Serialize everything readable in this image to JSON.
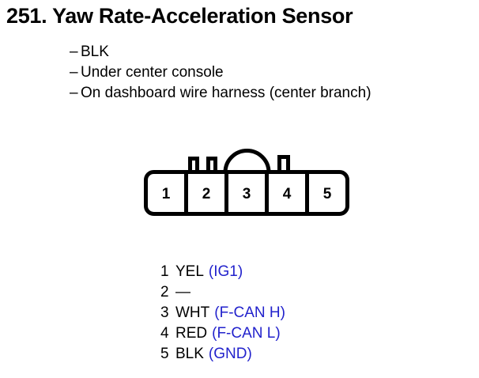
{
  "page": {
    "title": "251. Yaw Rate-Acceleration Sensor",
    "background_color": "#ffffff",
    "text_color": "#000000",
    "signal_color": "#2222cc"
  },
  "description": {
    "bullet": "–",
    "items": [
      {
        "text": "BLK"
      },
      {
        "text": "Under center console"
      },
      {
        "text": "On dashboard wire harness (center branch)"
      }
    ]
  },
  "connector": {
    "type": "5-pin connector",
    "pin_count": 5,
    "pins": [
      {
        "number": "1"
      },
      {
        "number": "2"
      },
      {
        "number": "3"
      },
      {
        "number": "4"
      },
      {
        "number": "5"
      }
    ]
  },
  "pin_list": [
    {
      "number": "1",
      "color": "YEL",
      "signal": "(IG1)"
    },
    {
      "number": "2",
      "color": "—",
      "signal": ""
    },
    {
      "number": "3",
      "color": "WHT",
      "signal": "(F-CAN H)"
    },
    {
      "number": "4",
      "color": "RED",
      "signal": "(F-CAN L)"
    },
    {
      "number": "5",
      "color": "BLK",
      "signal": "(GND)"
    }
  ]
}
